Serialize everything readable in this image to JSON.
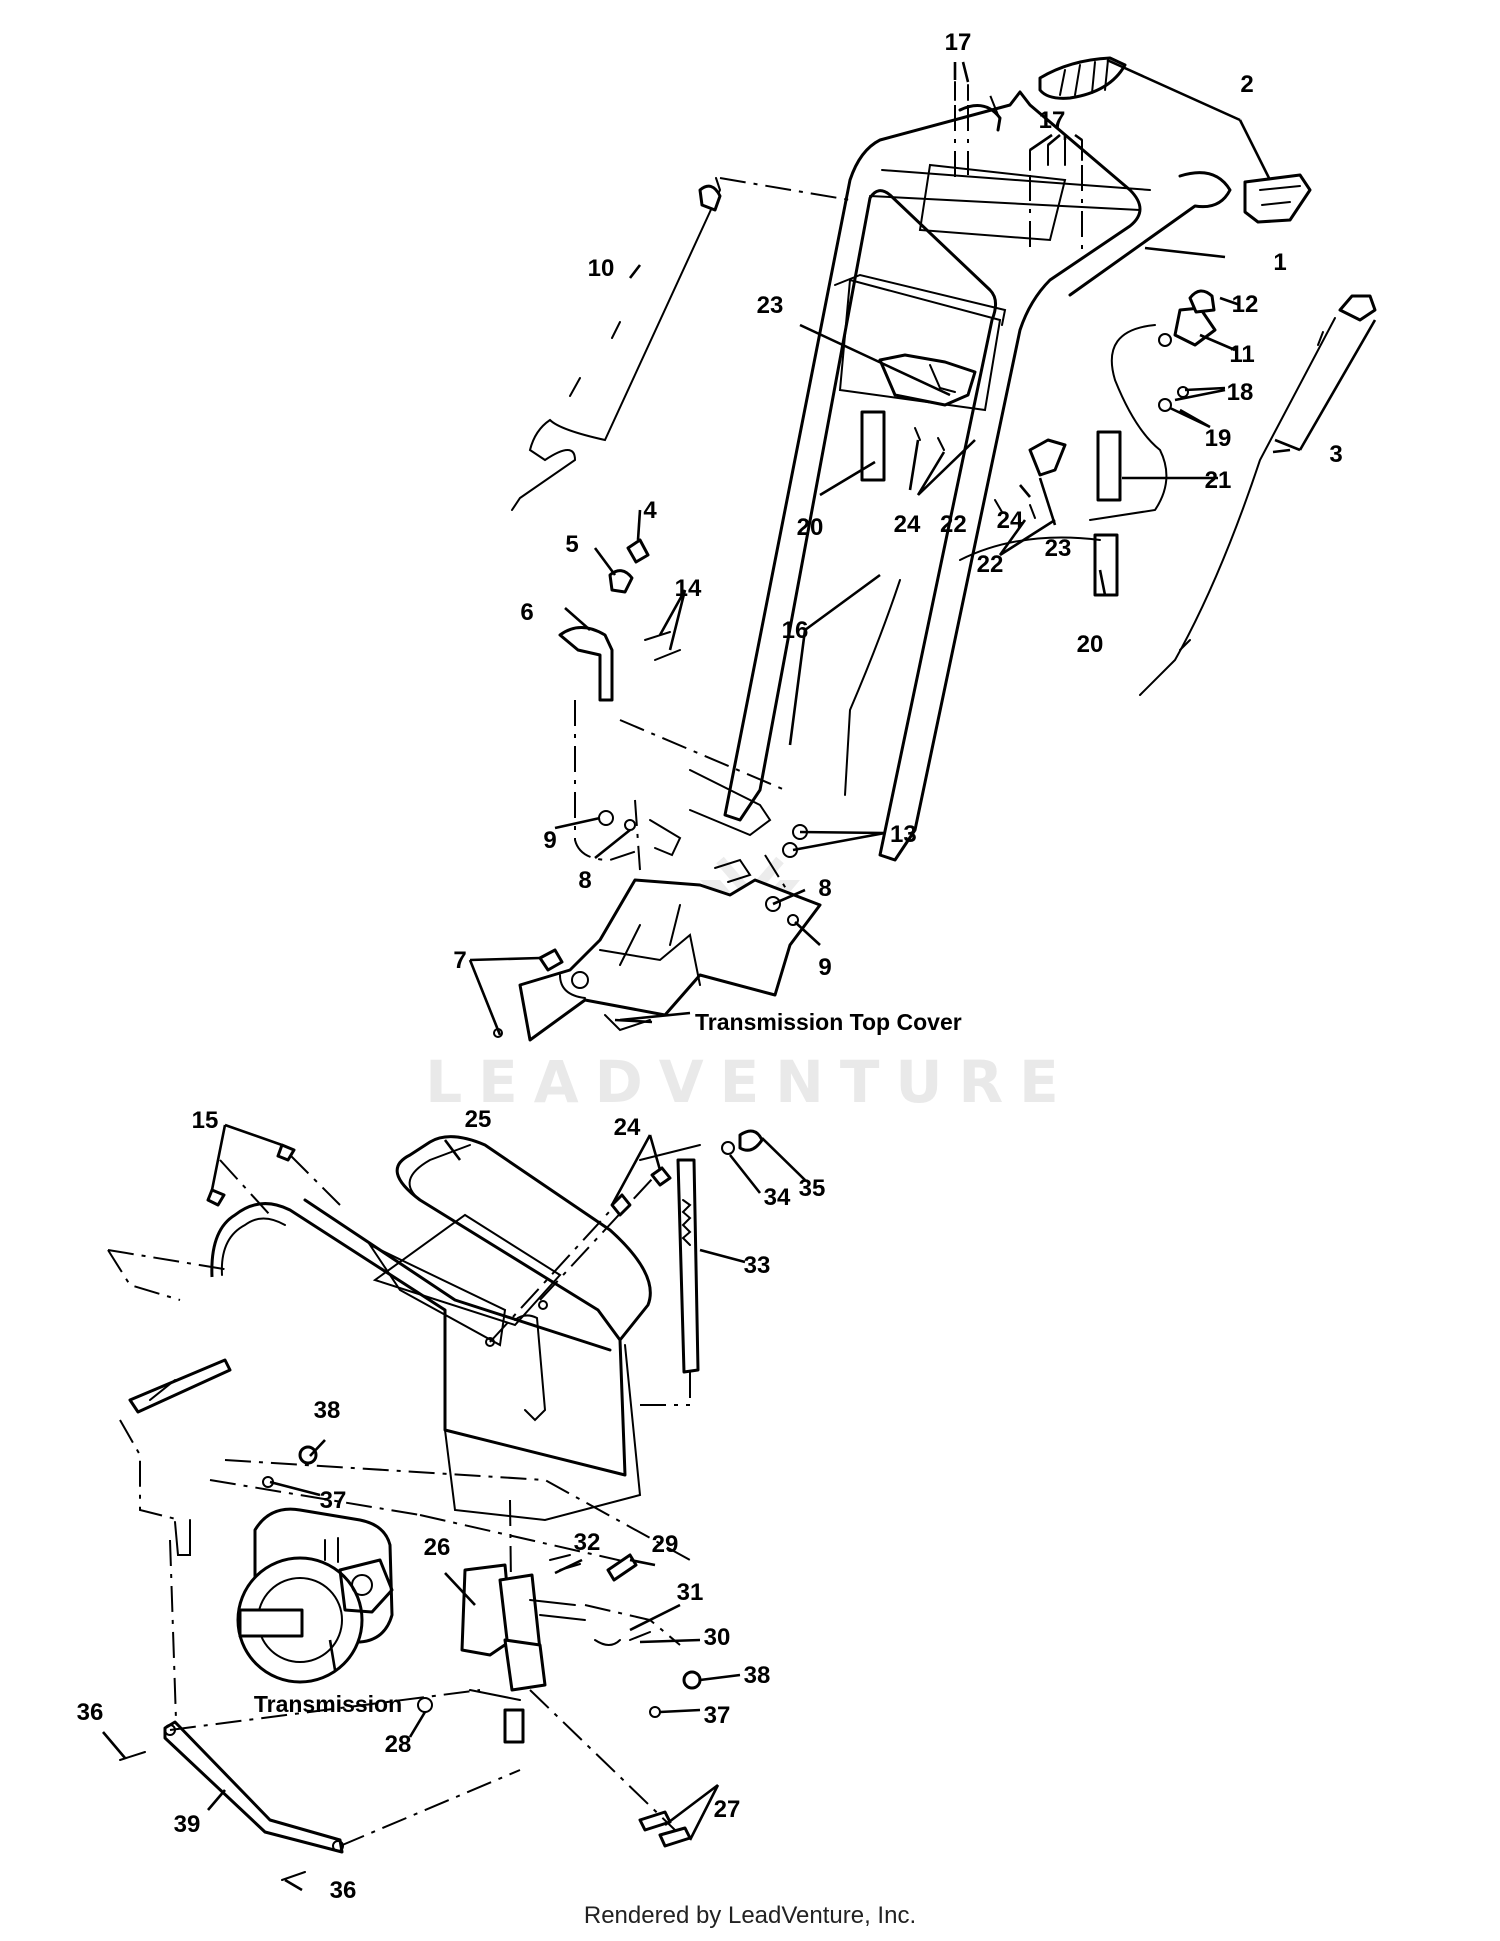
{
  "watermark": "LEADVENTURE",
  "footer": "Rendered by LeadVenture, Inc.",
  "labels": {
    "l1": "1",
    "l2": "2",
    "l3": "3",
    "l4": "4",
    "l5": "5",
    "l6": "6",
    "l7": "7",
    "l8a": "8",
    "l8b": "8",
    "l9a": "9",
    "l9b": "9",
    "l10": "10",
    "l11": "11",
    "l12": "12",
    "l13": "13",
    "l14": "14",
    "l15": "15",
    "l16": "16",
    "l17a": "17",
    "l17b": "17",
    "l18": "18",
    "l19": "19",
    "l20a": "20",
    "l20b": "20",
    "l21": "21",
    "l22a": "22",
    "l22b": "22",
    "l23a": "23",
    "l23b": "23",
    "l24a": "24",
    "l24b": "24",
    "l24c": "24",
    "l25": "25",
    "l26": "26",
    "l27": "27",
    "l28": "28",
    "l29": "29",
    "l30": "30",
    "l31": "31",
    "l32": "32",
    "l33": "33",
    "l34": "34",
    "l35": "35",
    "l36a": "36",
    "l36b": "36",
    "l37a": "37",
    "l37b": "37",
    "l38a": "38",
    "l38b": "38",
    "l39": "39",
    "transmission_top_cover": "Transmission Top Cover",
    "transmission": "Transmission"
  }
}
